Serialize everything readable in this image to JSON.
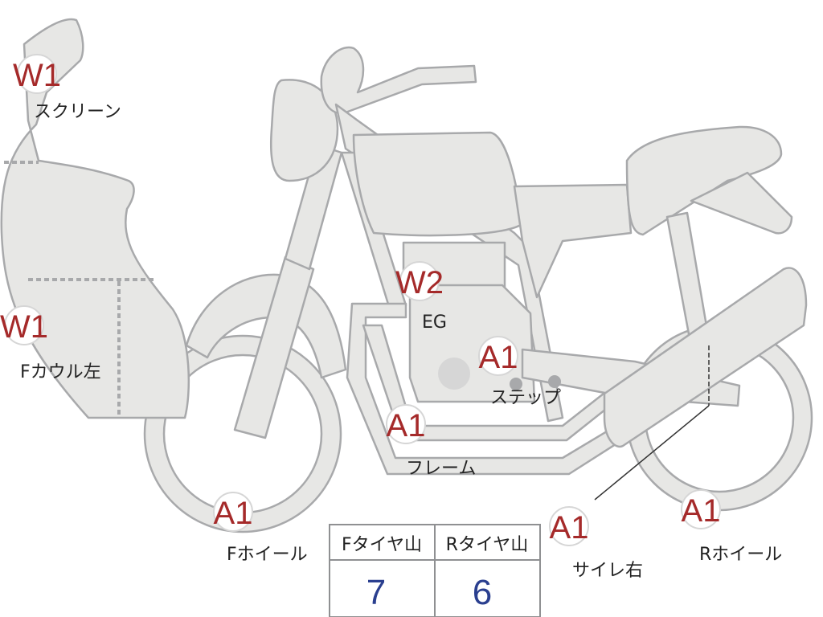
{
  "badges": {
    "screen": "W1",
    "fcowl_left": "W1",
    "engine": "W2",
    "step": "A1",
    "frame": "A1",
    "f_wheel": "A1",
    "muffler_right": "A1",
    "r_wheel": "A1"
  },
  "labels": {
    "screen": "スクリーン",
    "fcowl_left": "Fカウル左",
    "engine": "EG",
    "step": "ステップ",
    "frame": "フレーム",
    "f_wheel": "Fホイール",
    "muffler_right": "サイレ右",
    "r_wheel": "Rホイール"
  },
  "tire_table": {
    "headers": [
      "Fタイヤ山",
      "Rタイヤ山"
    ],
    "values": [
      "7",
      "6"
    ]
  },
  "colors": {
    "body_fill": "#e7e7e5",
    "outline": "#a8a9ab",
    "badge_text": "#a52a2a",
    "value_text": "#2a3f8f"
  }
}
